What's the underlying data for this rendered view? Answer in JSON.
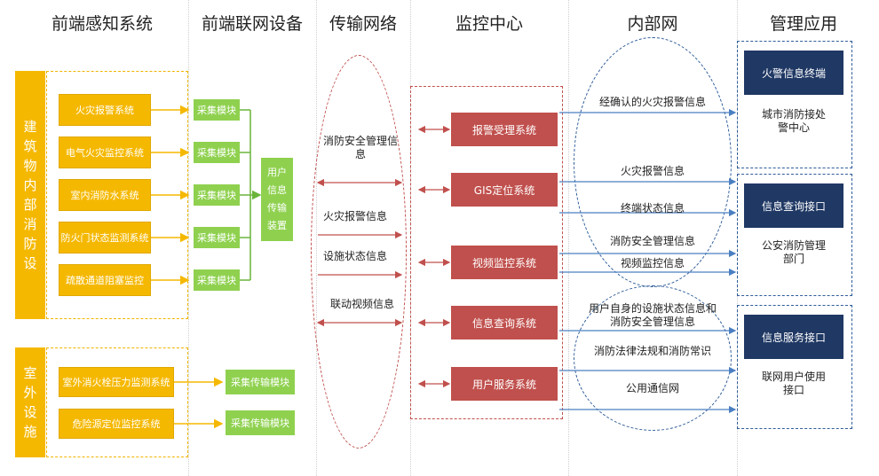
{
  "columns": [
    "前端感知系统",
    "前端联网设备",
    "传输网络",
    "监控中心",
    "内部网",
    "管理应用"
  ],
  "building_group": {
    "label_chars": [
      "建",
      "筑",
      "物",
      "内",
      "部",
      "消",
      "防",
      "设"
    ],
    "systems": [
      "火灾报警系统",
      "电气火灾监控系统",
      "室内消防水系统",
      "防火门状态监测系统",
      "疏散通道阻塞监控"
    ],
    "modules": [
      "采集模块",
      "采集模块",
      "采集模块",
      "采集模块",
      "采集模块"
    ],
    "device_chars": [
      "用户",
      "信息",
      "传输",
      "装置"
    ]
  },
  "outdoor_group": {
    "label_chars": [
      "室",
      "外",
      "设",
      "施"
    ],
    "systems": [
      "室外消火栓压力监测系统",
      "危险源定位监控系统"
    ],
    "modules": [
      "采集传输模块",
      "采集传输模块"
    ]
  },
  "transport": {
    "labels": [
      "消防安全管理信息",
      "火灾报警信息",
      "设施状态信息",
      "联动视频信息"
    ]
  },
  "monitoring": {
    "systems": [
      "报警受理系统",
      "GIS定位系统",
      "视频监控系统",
      "信息查询系统",
      "用户服务系统"
    ]
  },
  "internal": {
    "labels": [
      "经确认的火灾报警信息",
      "火灾报警信息",
      "终端状态信息",
      "消防安全管理信息",
      "视频监控信息",
      "用户自身的设施状态信息和消防安全管理信息",
      "消防法律法规和消防常识",
      "公用通信网"
    ]
  },
  "management": [
    {
      "title": "火警信息终端",
      "desc": "城市消防接处警中心"
    },
    {
      "title": "信息查询接口",
      "desc": "公安消防管理部门"
    },
    {
      "title": "信息服务接口",
      "desc": "联网用户使用接口"
    }
  ],
  "colors": {
    "yellow": "#f5b800",
    "green": "#8fd14f",
    "red": "#c0504d",
    "navy": "#1f3864",
    "blue_arrow": "#4a7fc1",
    "orange_arrow": "#f5b800"
  }
}
